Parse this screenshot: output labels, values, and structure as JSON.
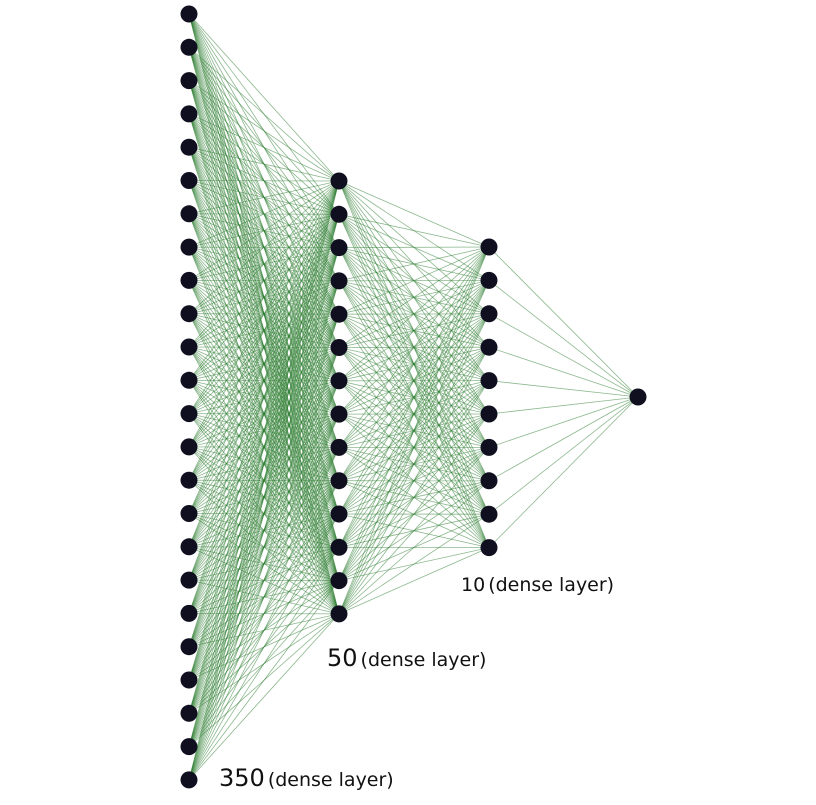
{
  "colors": {
    "node_fill": "#0f0f1f",
    "edge_stroke": "#2e7d32",
    "label_text": "#111111"
  },
  "layers": [
    {
      "id": "input",
      "count_label": "350",
      "type_label": "(dense layer)",
      "drawn_nodes": 24
    },
    {
      "id": "hidden-1",
      "count_label": "50",
      "type_label": "(dense layer)",
      "drawn_nodes": 14
    },
    {
      "id": "hidden-2",
      "count_label": "10",
      "type_label": "(dense layer)",
      "drawn_nodes": 10
    },
    {
      "id": "output",
      "count_label": "",
      "type_label": "",
      "drawn_nodes": 1
    }
  ]
}
